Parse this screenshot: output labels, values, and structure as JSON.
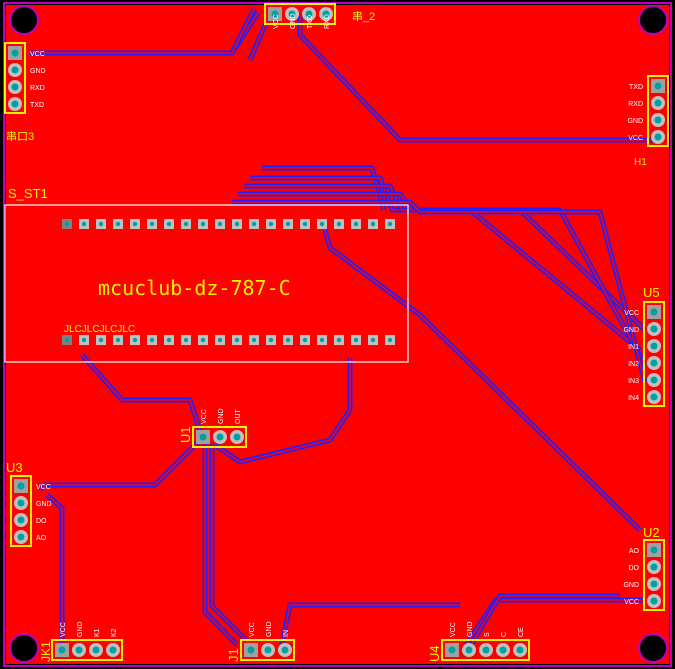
{
  "colors": {
    "copper": "#ff0000",
    "background": "#000000",
    "outline": "#c000c0",
    "silkscreen": "#f0f000",
    "trace": "#2020ff",
    "pad": "#c0c0c0",
    "label_outline": "#ffffff"
  },
  "title_text": "mcuclub-dz-787-C",
  "module": {
    "designator": "S_ST1",
    "jlc_text": "JLCJLCJLCJLC"
  },
  "components": {
    "serial1": {
      "label": "串口3",
      "pins": [
        "VCC",
        "GND",
        "RXD",
        "TXD"
      ]
    },
    "serial2": {
      "label": "串_2",
      "pins": [
        "VCC",
        "GND",
        "TXD",
        "RXD"
      ]
    },
    "h1": {
      "label": "H1",
      "pins": [
        "TXD",
        "RXD",
        "GND",
        "VCC"
      ]
    },
    "u5": {
      "label": "U5",
      "pins": [
        "VCC",
        "GND",
        "IN1",
        "IN2",
        "IN3",
        "IN4"
      ]
    },
    "u1": {
      "label": "U1",
      "pins": [
        "VCC",
        "GND",
        "OUT"
      ]
    },
    "u3": {
      "label": "U3",
      "pins": [
        "VCC",
        "GND",
        "DO",
        "AO"
      ]
    },
    "u2": {
      "label": "U2",
      "pins": [
        "AO",
        "DO",
        "GND",
        "VCC"
      ]
    },
    "jk1": {
      "label": "JK1",
      "pins": [
        "VCC",
        "GND",
        "K1",
        "K2"
      ]
    },
    "j1": {
      "label": "J1",
      "pins": [
        "VCC",
        "GND",
        "IN"
      ]
    },
    "u4": {
      "label": "U4",
      "pins": [
        "VCC",
        "GND",
        "S",
        "C",
        "CE"
      ]
    }
  }
}
